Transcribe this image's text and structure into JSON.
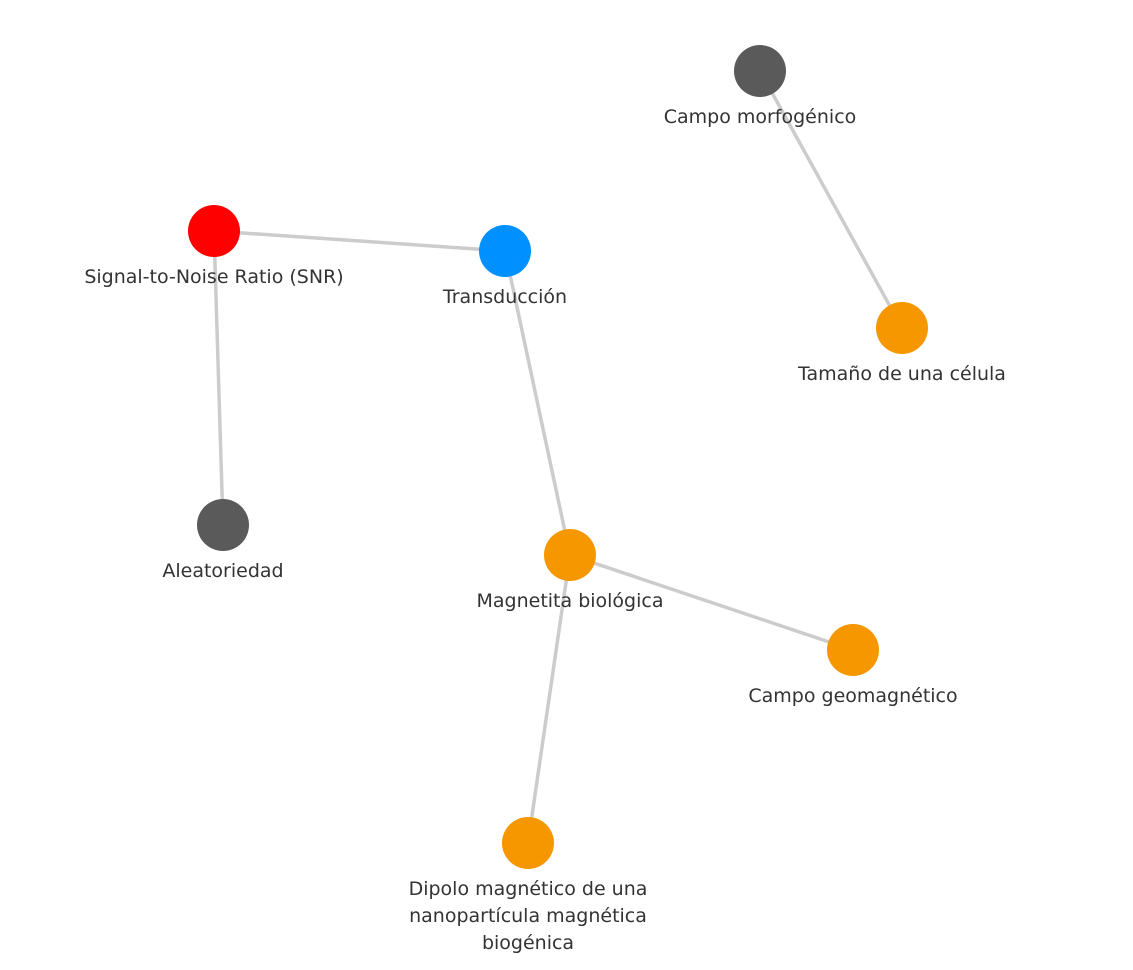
{
  "graph": {
    "nodes": [
      {
        "id": "campo-morfogenico",
        "label_lines": [
          "Campo morfogénico"
        ],
        "color": "#5a5a5a"
      },
      {
        "id": "snr",
        "label_lines": [
          "Signal-to-Noise Ratio (SNR)"
        ],
        "color": "#ff0000"
      },
      {
        "id": "transduccion",
        "label_lines": [
          "Transducción"
        ],
        "color": "#0090ff"
      },
      {
        "id": "tamano-celula",
        "label_lines": [
          "Tamaño de una célula"
        ],
        "color": "#f79700"
      },
      {
        "id": "aleatoriedad",
        "label_lines": [
          "Aleatoriedad"
        ],
        "color": "#5a5a5a"
      },
      {
        "id": "magnetita-biologica",
        "label_lines": [
          "Magnetita biológica"
        ],
        "color": "#f79700"
      },
      {
        "id": "campo-geomagnetico",
        "label_lines": [
          "Campo geomagnético"
        ],
        "color": "#f79700"
      },
      {
        "id": "dipolo-magnetico",
        "label_lines": [
          "Dipolo magnético de una",
          "nanopartícula magnética",
          "biogénica"
        ],
        "color": "#f79700"
      }
    ],
    "edges": [
      {
        "source": "campo-morfogenico",
        "target": "tamano-celula"
      },
      {
        "source": "snr",
        "target": "transduccion"
      },
      {
        "source": "snr",
        "target": "aleatoriedad"
      },
      {
        "source": "transduccion",
        "target": "magnetita-biologica"
      },
      {
        "source": "magnetita-biologica",
        "target": "campo-geomagnetico"
      },
      {
        "source": "magnetita-biologica",
        "target": "dipolo-magnetico"
      }
    ]
  }
}
